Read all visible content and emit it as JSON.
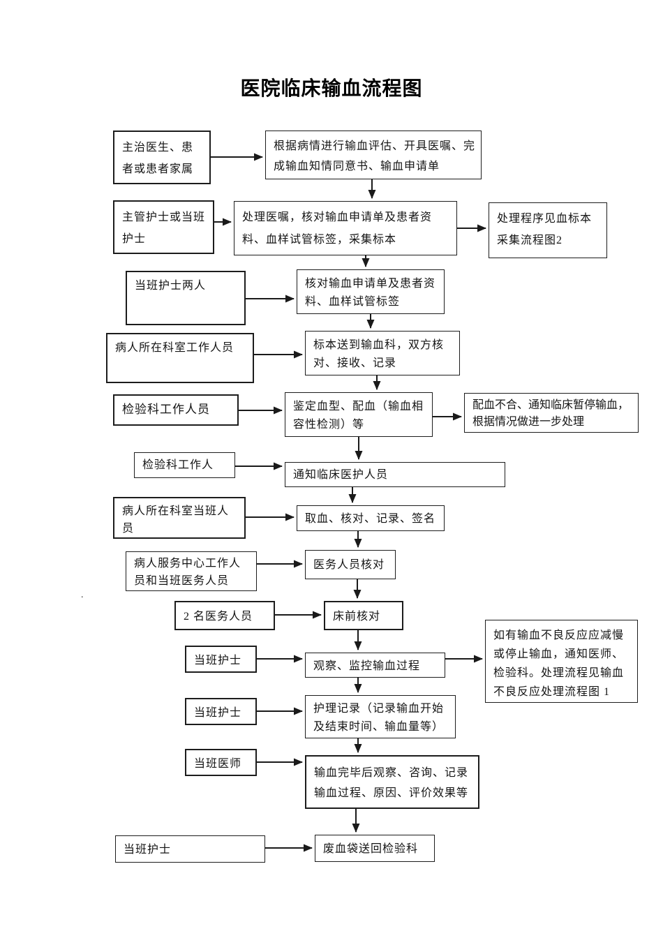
{
  "page": {
    "title": "医院临床输血流程图",
    "stray_mark": "."
  },
  "nodes": [
    {
      "id": "attending-doctor-patient",
      "role": "actor",
      "text": "主治医生、患者或患者家属"
    },
    {
      "id": "assessment-orders",
      "role": "step",
      "text": "根据病情进行输血评估、开具医嘱、完成输血知情同意书、输血申请单"
    },
    {
      "id": "charge-nurse",
      "role": "actor",
      "text": "主管护士或当班护士"
    },
    {
      "id": "process-orders-collect",
      "role": "step",
      "text": "处理医嘱，核对输血申请单及患者资料、血样试管标签，采集标本"
    },
    {
      "id": "note-sample-collection",
      "role": "note",
      "text": "处理程序见血标本采集流程图2"
    },
    {
      "id": "two-duty-nurses",
      "role": "actor",
      "text": "当班护士两人"
    },
    {
      "id": "verify-application-labels",
      "role": "step",
      "text": "核对输血申请单及患者资料、血样试管标签"
    },
    {
      "id": "dept-staff",
      "role": "actor",
      "text": "病人所在科室工作人员"
    },
    {
      "id": "send-sample-transfusion-dept",
      "role": "step",
      "text": "标本送到输血科，双方核对、接收、记录"
    },
    {
      "id": "lab-staff",
      "role": "actor",
      "text": "检验科工作人员"
    },
    {
      "id": "blood-typing-matching",
      "role": "step",
      "text": "鉴定血型、配血（输血相容性检测）等"
    },
    {
      "id": "note-incompatible-match",
      "role": "note",
      "text": "配血不合、通知临床暂停输血，根据情况做进一步处理"
    },
    {
      "id": "lab-staff-2",
      "role": "actor",
      "text": "检验科工作人"
    },
    {
      "id": "notify-clinical-staff",
      "role": "step",
      "text": "通知临床医护人员"
    },
    {
      "id": "dept-duty-staff",
      "role": "actor",
      "text": "病人所在科室当班人员"
    },
    {
      "id": "take-blood-sign",
      "role": "step",
      "text": "取血、核对、记录、签名"
    },
    {
      "id": "service-center-staff",
      "role": "actor",
      "text": "病人服务中心工作人员和当班医务人员"
    },
    {
      "id": "medical-staff-verify",
      "role": "step",
      "text": "医务人员核对"
    },
    {
      "id": "two-medical-staff",
      "role": "actor",
      "text": "2 名医务人员"
    },
    {
      "id": "bedside-verify",
      "role": "step",
      "text": "床前核对"
    },
    {
      "id": "duty-nurse-a",
      "role": "actor",
      "text": "当班护士"
    },
    {
      "id": "monitor-transfusion",
      "role": "step",
      "text": "观察、监控输血过程"
    },
    {
      "id": "note-adverse-reaction",
      "role": "note",
      "text": "如有输血不良反应应减慢或停止输血，通知医师、检验科。处理流程见输血不良反应处理流程图 1"
    },
    {
      "id": "duty-nurse-b",
      "role": "actor",
      "text": "当班护士"
    },
    {
      "id": "nursing-record",
      "role": "step",
      "text": "护理记录（记录输血开始及结束时间、输血量等）"
    },
    {
      "id": "duty-physician",
      "role": "actor",
      "text": "当班医师"
    },
    {
      "id": "post-transfusion-review",
      "role": "step",
      "text": "输血完毕后观察、咨询、记录输血过程、原因、评价效果等"
    },
    {
      "id": "duty-nurse-c",
      "role": "actor",
      "text": "当班护士"
    },
    {
      "id": "return-blood-bag",
      "role": "step",
      "text": "废血袋送回检验科"
    }
  ],
  "edges": [
    {
      "from": "attending-doctor-patient",
      "to": "assessment-orders"
    },
    {
      "from": "assessment-orders",
      "to": "process-orders-collect"
    },
    {
      "from": "charge-nurse",
      "to": "process-orders-collect"
    },
    {
      "from": "process-orders-collect",
      "to": "note-sample-collection"
    },
    {
      "from": "process-orders-collect",
      "to": "verify-application-labels"
    },
    {
      "from": "two-duty-nurses",
      "to": "verify-application-labels"
    },
    {
      "from": "verify-application-labels",
      "to": "send-sample-transfusion-dept"
    },
    {
      "from": "dept-staff",
      "to": "send-sample-transfusion-dept"
    },
    {
      "from": "send-sample-transfusion-dept",
      "to": "blood-typing-matching"
    },
    {
      "from": "lab-staff",
      "to": "blood-typing-matching"
    },
    {
      "from": "blood-typing-matching",
      "to": "note-incompatible-match"
    },
    {
      "from": "blood-typing-matching",
      "to": "notify-clinical-staff"
    },
    {
      "from": "lab-staff-2",
      "to": "notify-clinical-staff"
    },
    {
      "from": "notify-clinical-staff",
      "to": "take-blood-sign"
    },
    {
      "from": "dept-duty-staff",
      "to": "take-blood-sign"
    },
    {
      "from": "take-blood-sign",
      "to": "medical-staff-verify"
    },
    {
      "from": "service-center-staff",
      "to": "medical-staff-verify"
    },
    {
      "from": "medical-staff-verify",
      "to": "bedside-verify"
    },
    {
      "from": "two-medical-staff",
      "to": "bedside-verify"
    },
    {
      "from": "bedside-verify",
      "to": "monitor-transfusion"
    },
    {
      "from": "duty-nurse-a",
      "to": "monitor-transfusion"
    },
    {
      "from": "monitor-transfusion",
      "to": "note-adverse-reaction"
    },
    {
      "from": "monitor-transfusion",
      "to": "nursing-record"
    },
    {
      "from": "duty-nurse-b",
      "to": "nursing-record"
    },
    {
      "from": "nursing-record",
      "to": "post-transfusion-review"
    },
    {
      "from": "duty-physician",
      "to": "post-transfusion-review"
    },
    {
      "from": "post-transfusion-review",
      "to": "return-blood-bag"
    },
    {
      "from": "duty-nurse-c",
      "to": "return-blood-bag"
    }
  ]
}
